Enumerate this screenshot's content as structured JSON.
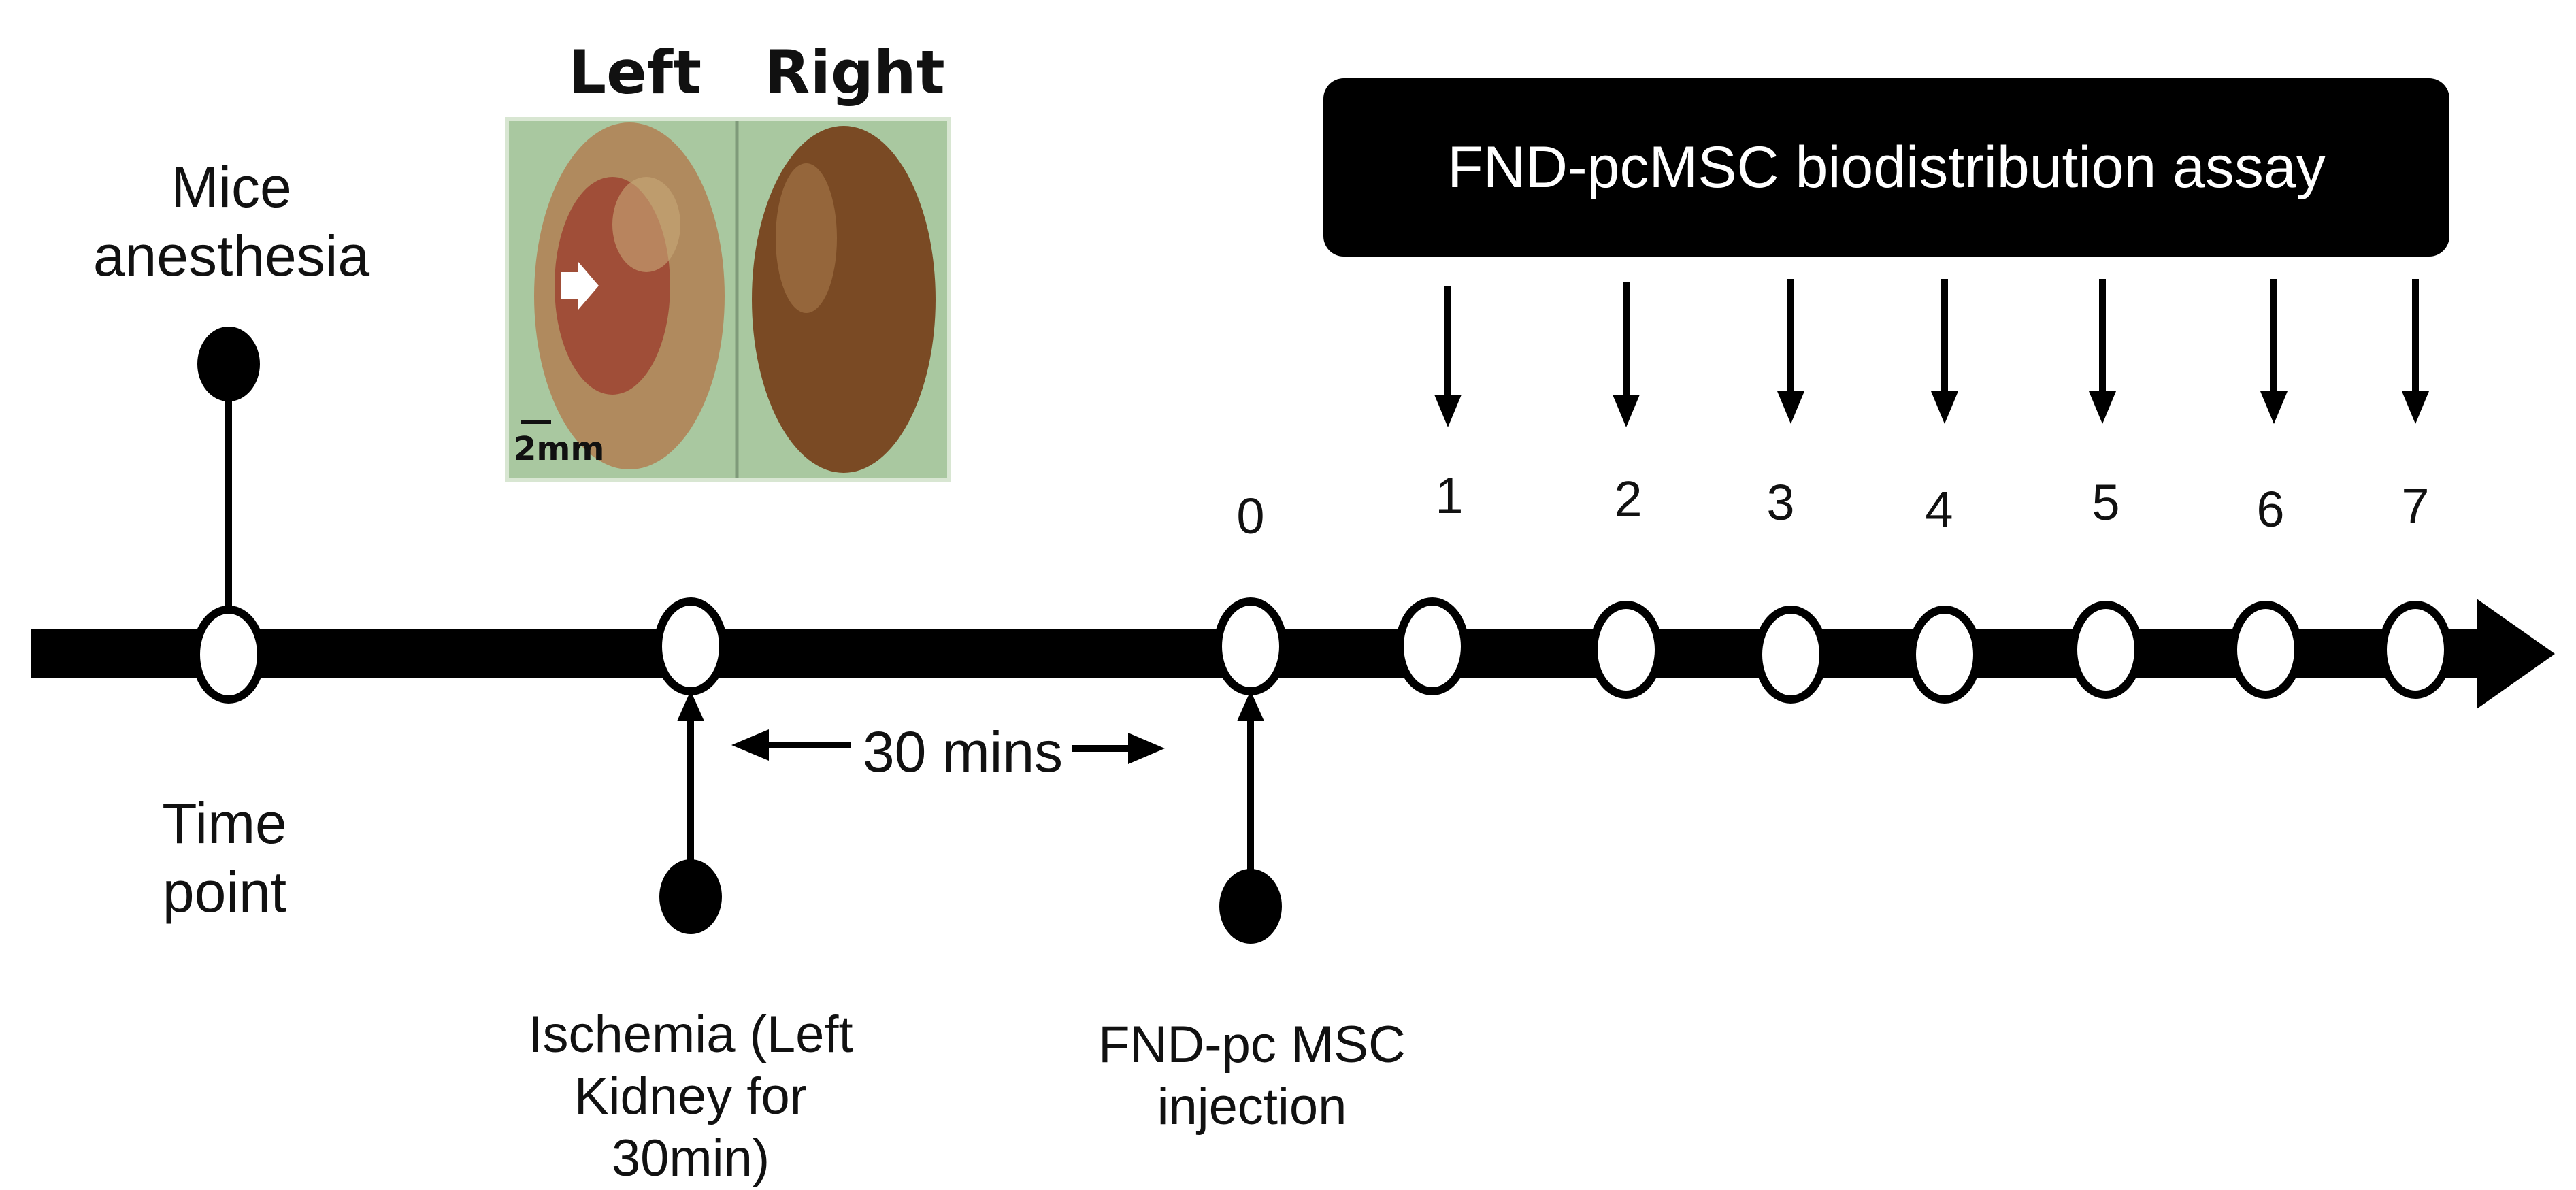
{
  "diagram": {
    "photo": {
      "left_label": "Left",
      "right_label": "Right",
      "scale_label": "2mm"
    },
    "banner_text": "FND-pcMSC biodistribution assay",
    "labels": {
      "mice_anesthesia": "Mice anesthesia",
      "time_point": "Time point",
      "duration": "30 mins",
      "ischemia": "Ischemia (Left Kidney for 30min)",
      "injection": "FND-pc MSC injection"
    },
    "timepoints": [
      "0",
      "1",
      "2",
      "3",
      "4",
      "5",
      "6",
      "7"
    ],
    "colors": {
      "timeline": "#000000",
      "node_fill": "#ffffff",
      "banner": "#000000"
    }
  }
}
